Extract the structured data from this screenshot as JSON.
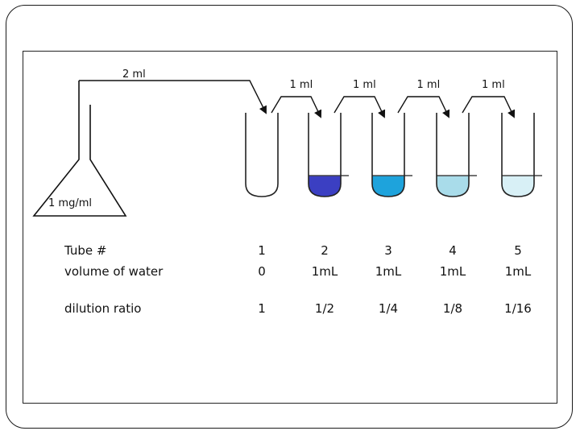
{
  "diagram": {
    "flask_label": "1 mg/ml",
    "transfer_from_flask": "2 ml",
    "transfers": [
      "1 ml",
      "1 ml",
      "1 ml",
      "1 ml"
    ],
    "tubes": [
      {
        "tube": "1",
        "water": "0",
        "ratio": "1",
        "fill_color": null
      },
      {
        "tube": "2",
        "water": "1mL",
        "ratio": "1/2",
        "fill_color": "#3b3fc2"
      },
      {
        "tube": "3",
        "water": "1mL",
        "ratio": "1/4",
        "fill_color": "#1ea3dc"
      },
      {
        "tube": "4",
        "water": "1mL",
        "ratio": "1/8",
        "fill_color": "#a9dcea"
      },
      {
        "tube": "5",
        "water": "1mL",
        "ratio": "1/16",
        "fill_color": "#d8f0f6"
      }
    ],
    "rows": {
      "tube_label": "Tube #",
      "water_label": "volume of water",
      "ratio_label": "dilution ratio"
    }
  }
}
